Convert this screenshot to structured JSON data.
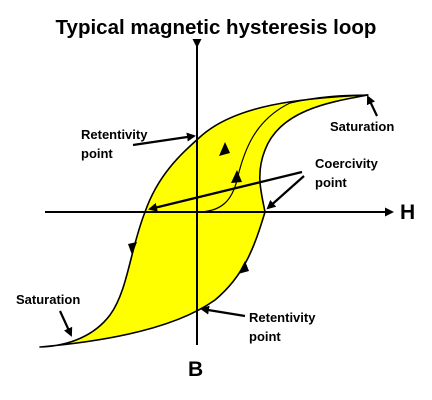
{
  "title": "Typical magnetic hysteresis loop",
  "axes": {
    "horizontal": "H",
    "vertical": "B"
  },
  "labels": {
    "saturation_upper": "Saturation",
    "saturation_lower": "Saturation",
    "retentivity_upper": [
      "Retentivity",
      "point"
    ],
    "retentivity_lower": [
      "Retentivity",
      "point"
    ],
    "coercivity": [
      "Coercivity",
      "point"
    ]
  },
  "colors": {
    "loop_fill": "#ffff00",
    "stroke": "#000000",
    "background": "#ffffff"
  }
}
